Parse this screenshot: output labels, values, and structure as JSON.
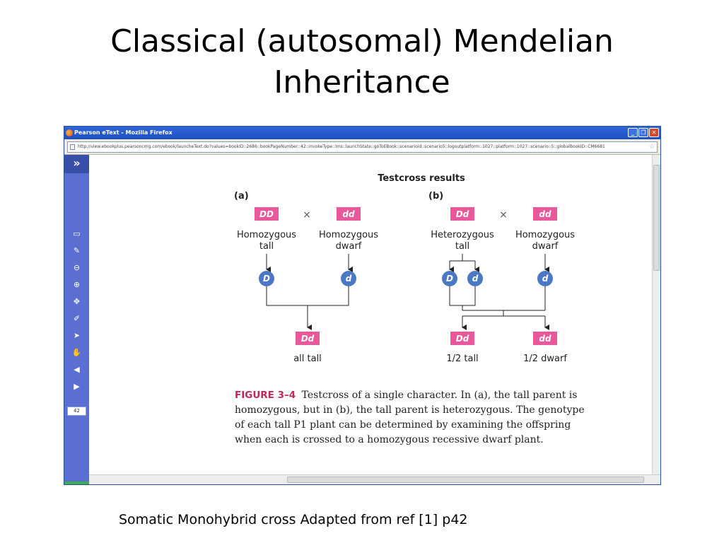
{
  "slide": {
    "title_line1": "Classical (autosomal) Mendelian",
    "title_line2": "Inheritance",
    "bottom_caption": "Somatic Monohybrid cross Adapted from ref [1] p42"
  },
  "browser": {
    "window_title": "Pearson eText - Mozilla Firefox",
    "url": "http://view.ebookplus.pearsoncmg.com/ebook/launcheText.do?values=bookID::2686::bookPageNumber::42::invokeType::lms::launchState::goToEBook::scenarioid::scenario5::logoutplatform::1027::platform::1027::scenario::5::globalBookID::CM6681",
    "page_number": "42",
    "colors": {
      "titlebar": "#2f66d9",
      "sidebar": "#5a6fd1",
      "sidebar_bottom": "#3db04d"
    }
  },
  "figure": {
    "title": "Testcross results",
    "panel_a": {
      "label": "(a)",
      "parent1_genotype": "DD",
      "parent1_line1": "Homozygous",
      "parent1_line2": "tall",
      "parent2_genotype": "dd",
      "parent2_line1": "Homozygous",
      "parent2_line2": "dwarf",
      "gamete1": "D",
      "gamete2": "d",
      "offspring_genotype": "Dd",
      "offspring_label": "all tall"
    },
    "panel_b": {
      "label": "(b)",
      "parent1_genotype": "Dd",
      "parent1_line1": "Heterozygous",
      "parent1_line2": "tall",
      "parent2_genotype": "dd",
      "parent2_line1": "Homozygous",
      "parent2_line2": "dwarf",
      "gamete1": "D",
      "gamete2": "d",
      "gamete3": "d",
      "offspring1_genotype": "Dd",
      "offspring1_label": "1/2 tall",
      "offspring2_genotype": "dd",
      "offspring2_label": "1/2 dwarf"
    },
    "cross_symbol": "×",
    "caption_label": "FIGURE 3–4",
    "caption_text": "Testcross of a single character. In (a), the tall parent is homozygous, but in (b), the tall parent is heterozygous. The genotype of each tall P1 plant can be determined by examining the offspring when each is crossed to a homozygous recessive dwarf plant.",
    "colors": {
      "genotype_box": "#e8589a",
      "gamete_circle": "#4a78c4",
      "caption_label": "#c2275a"
    }
  }
}
